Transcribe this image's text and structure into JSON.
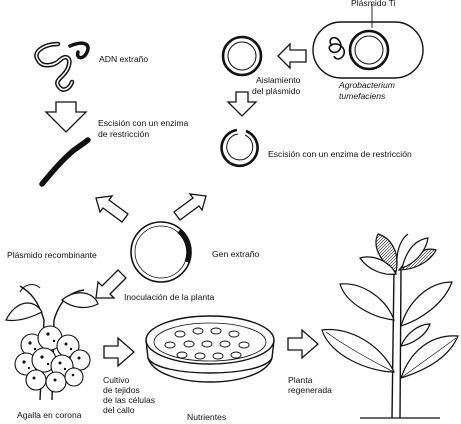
{
  "labels": {
    "adn_extrano": "ADN extraño",
    "plasmido_ti": "Plásmido Ti",
    "aislamiento_1": "Aislamiento",
    "aislamiento_2": "del plásmido",
    "agro_1": "Agrobacterium",
    "agro_2": "tumefaciens",
    "escision_left_1": "Escisión con un enzima",
    "escision_left_2": "de restricción",
    "escision_right": "Escisión con un enzima de restricción",
    "plasmido_recombinante": "Plásmido recombinante",
    "gen_extrano": "Gen extraño",
    "inoculacion": "Inoculación de la planta",
    "cultivo_1": "Cultivo",
    "cultivo_2": "de tejidos",
    "cultivo_3": "de las células",
    "cultivo_4": "del callo",
    "agalla": "Agalla en corona",
    "nutrientes": "Nutrientes",
    "planta_1": "Planta",
    "planta_2": "regenerada"
  },
  "colors": {
    "ink": "#111111",
    "background": "#ffffff"
  }
}
